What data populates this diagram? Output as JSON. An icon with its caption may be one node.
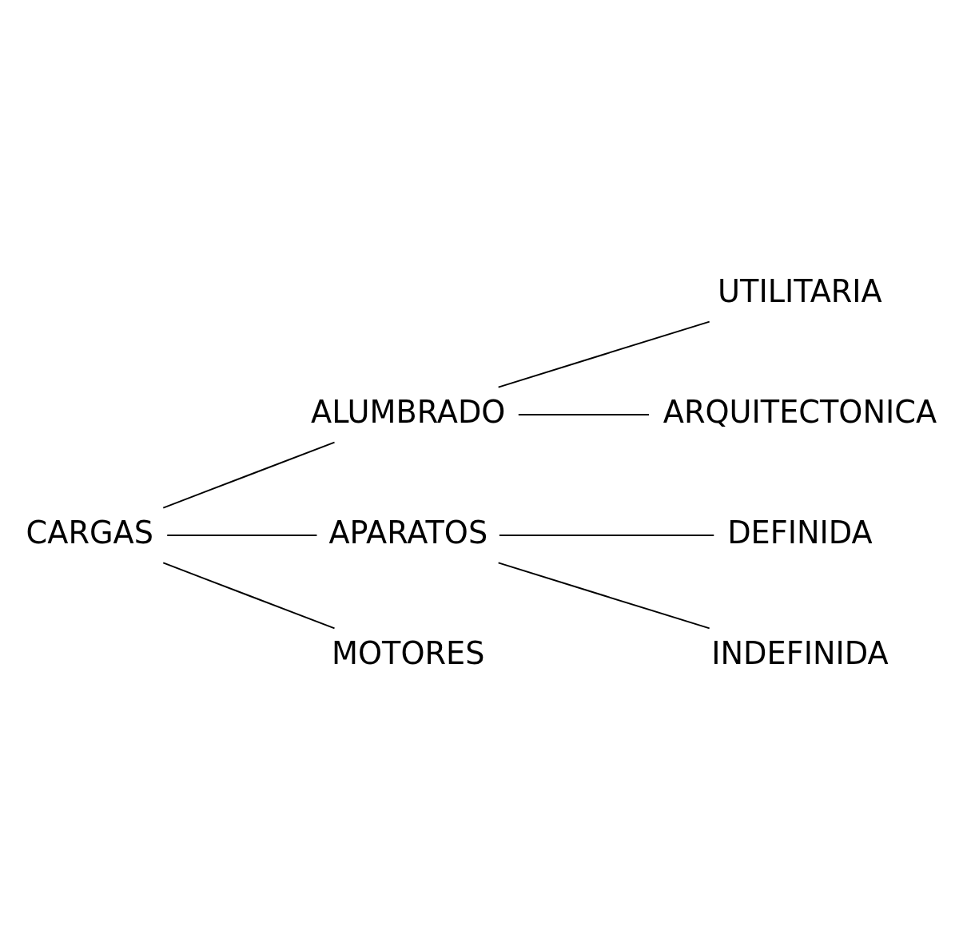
{
  "diagram": {
    "nodes": [
      {
        "text": [
          "CARGAS"
        ]
      },
      {
        "text": [
          "ALUMBRADO"
        ]
      },
      {
        "text": [
          "UTILITARIA"
        ]
      },
      {
        "text": [
          "ARQUITECTONICA"
        ]
      },
      {
        "text": [
          "APARATOS"
        ]
      },
      {
        "text": [
          "DEFINIDA"
        ]
      },
      {
        "text": [
          "INDEFINIDA"
        ]
      },
      {
        "text": [
          "MOTORES"
        ]
      }
    ],
    "edges": [
      {
        "from": 0,
        "to": 1,
        "arrow": "none"
      },
      {
        "from": 0,
        "to": 4,
        "arrow": "none"
      },
      {
        "from": 0,
        "to": 7,
        "arrow": "none"
      },
      {
        "from": 1,
        "to": 2,
        "arrow": "none"
      },
      {
        "from": 1,
        "to": 3,
        "arrow": "none"
      },
      {
        "from": 4,
        "to": 5,
        "arrow": "none"
      },
      {
        "from": 4,
        "to": 6,
        "arrow": "none"
      }
    ]
  }
}
